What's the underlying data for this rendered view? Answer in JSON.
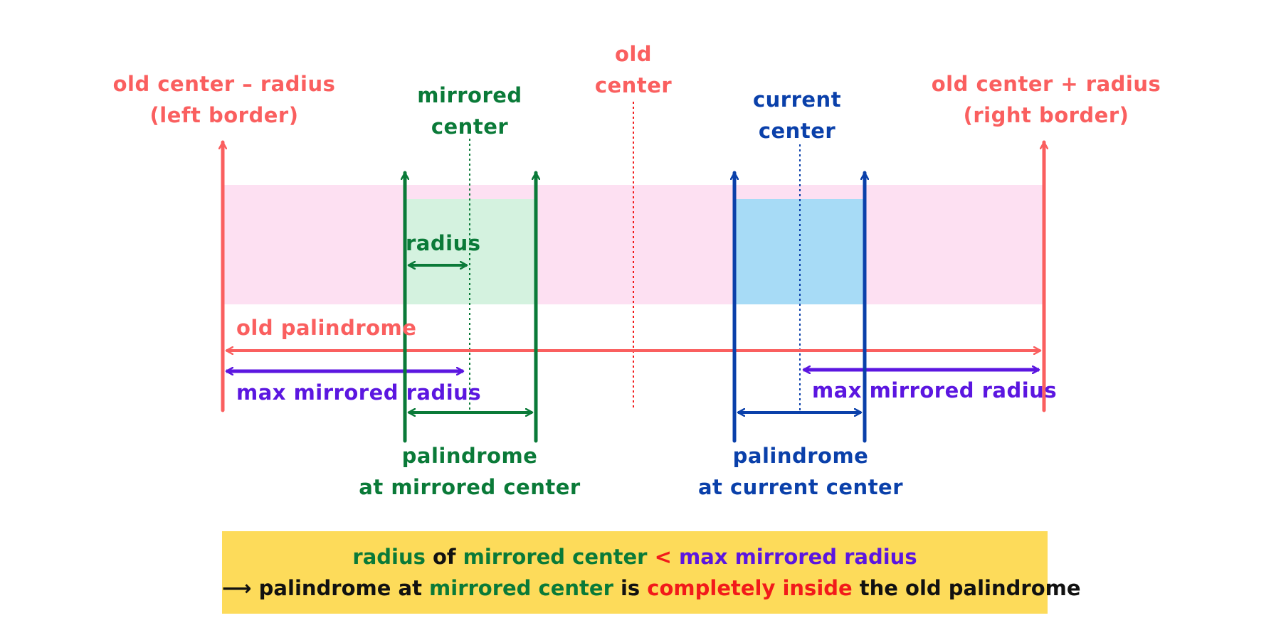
{
  "labels": {
    "left_border": [
      "old center – radius",
      "(left border)"
    ],
    "mirrored_center": [
      "mirrored",
      "center"
    ],
    "old_center": [
      "old",
      "center"
    ],
    "current_center": [
      "current",
      "center"
    ],
    "right_border": [
      "old center + radius",
      "(right border)"
    ],
    "radius": "radius",
    "old_palindrome": "old palindrome",
    "max_mirrored_radius_left": "max mirrored radius",
    "max_mirrored_radius_right": "max mirrored radius",
    "palindrome_mirrored": [
      "palindrome",
      "at mirrored center"
    ],
    "palindrome_current": [
      "palindrome",
      "at current center"
    ]
  },
  "summary": {
    "line1": {
      "part1": "radius",
      "part2": " of ",
      "part3": "mirrored center",
      "part4": " < ",
      "part5": " max mirrored radius"
    },
    "line2": {
      "arrow": "⟶",
      "part1": " palindrome at ",
      "part2": "mirrored center",
      "part3": " is ",
      "part4": "completely inside",
      "part5": " the old palindrome"
    }
  },
  "colors": {
    "old_palindrome": "#fa5f5f",
    "pink_band": "#fde0f2",
    "mirrored": "#0a7a38",
    "mirrored_fill": "#d4f2df",
    "current": "#0a40aa",
    "current_fill": "#a7dbf6",
    "max_mirrored_radius": "#5b16e0",
    "summary_background": "#fddb5a",
    "emphasis_red": "#f21a1a"
  }
}
